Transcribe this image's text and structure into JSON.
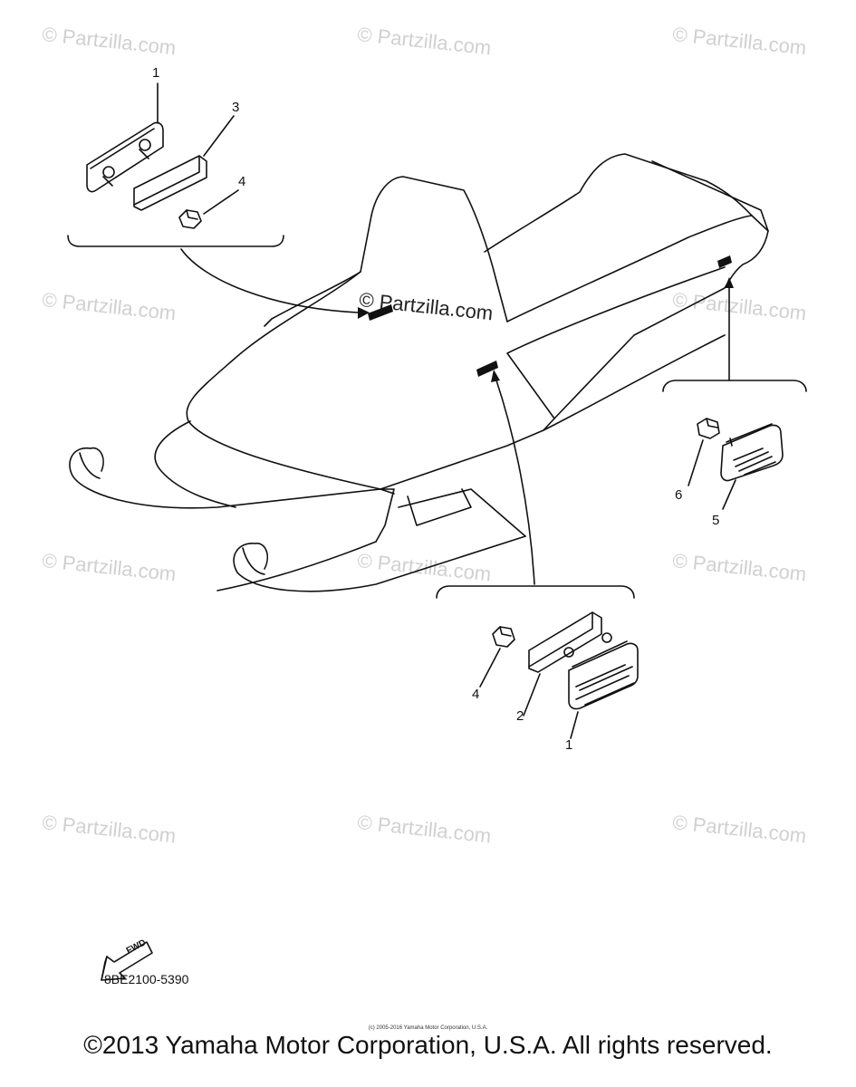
{
  "watermark": "© Partzilla.com",
  "center_watermark": "© Partzilla.com",
  "callouts": {
    "top_1": "1",
    "top_3": "3",
    "top_4": "4",
    "right_6": "6",
    "right_5": "5",
    "bottom_4": "4",
    "bottom_2": "2",
    "bottom_1": "1"
  },
  "fwd_label": "FWD",
  "diagram_code": "8BE2100-5390",
  "small_copyright": "(c) 2005-2016 Yamaha Motor Corporation, U.S.A.",
  "copyright": "©2013 Yamaha Motor Corporation, U.S.A. All rights reserved."
}
